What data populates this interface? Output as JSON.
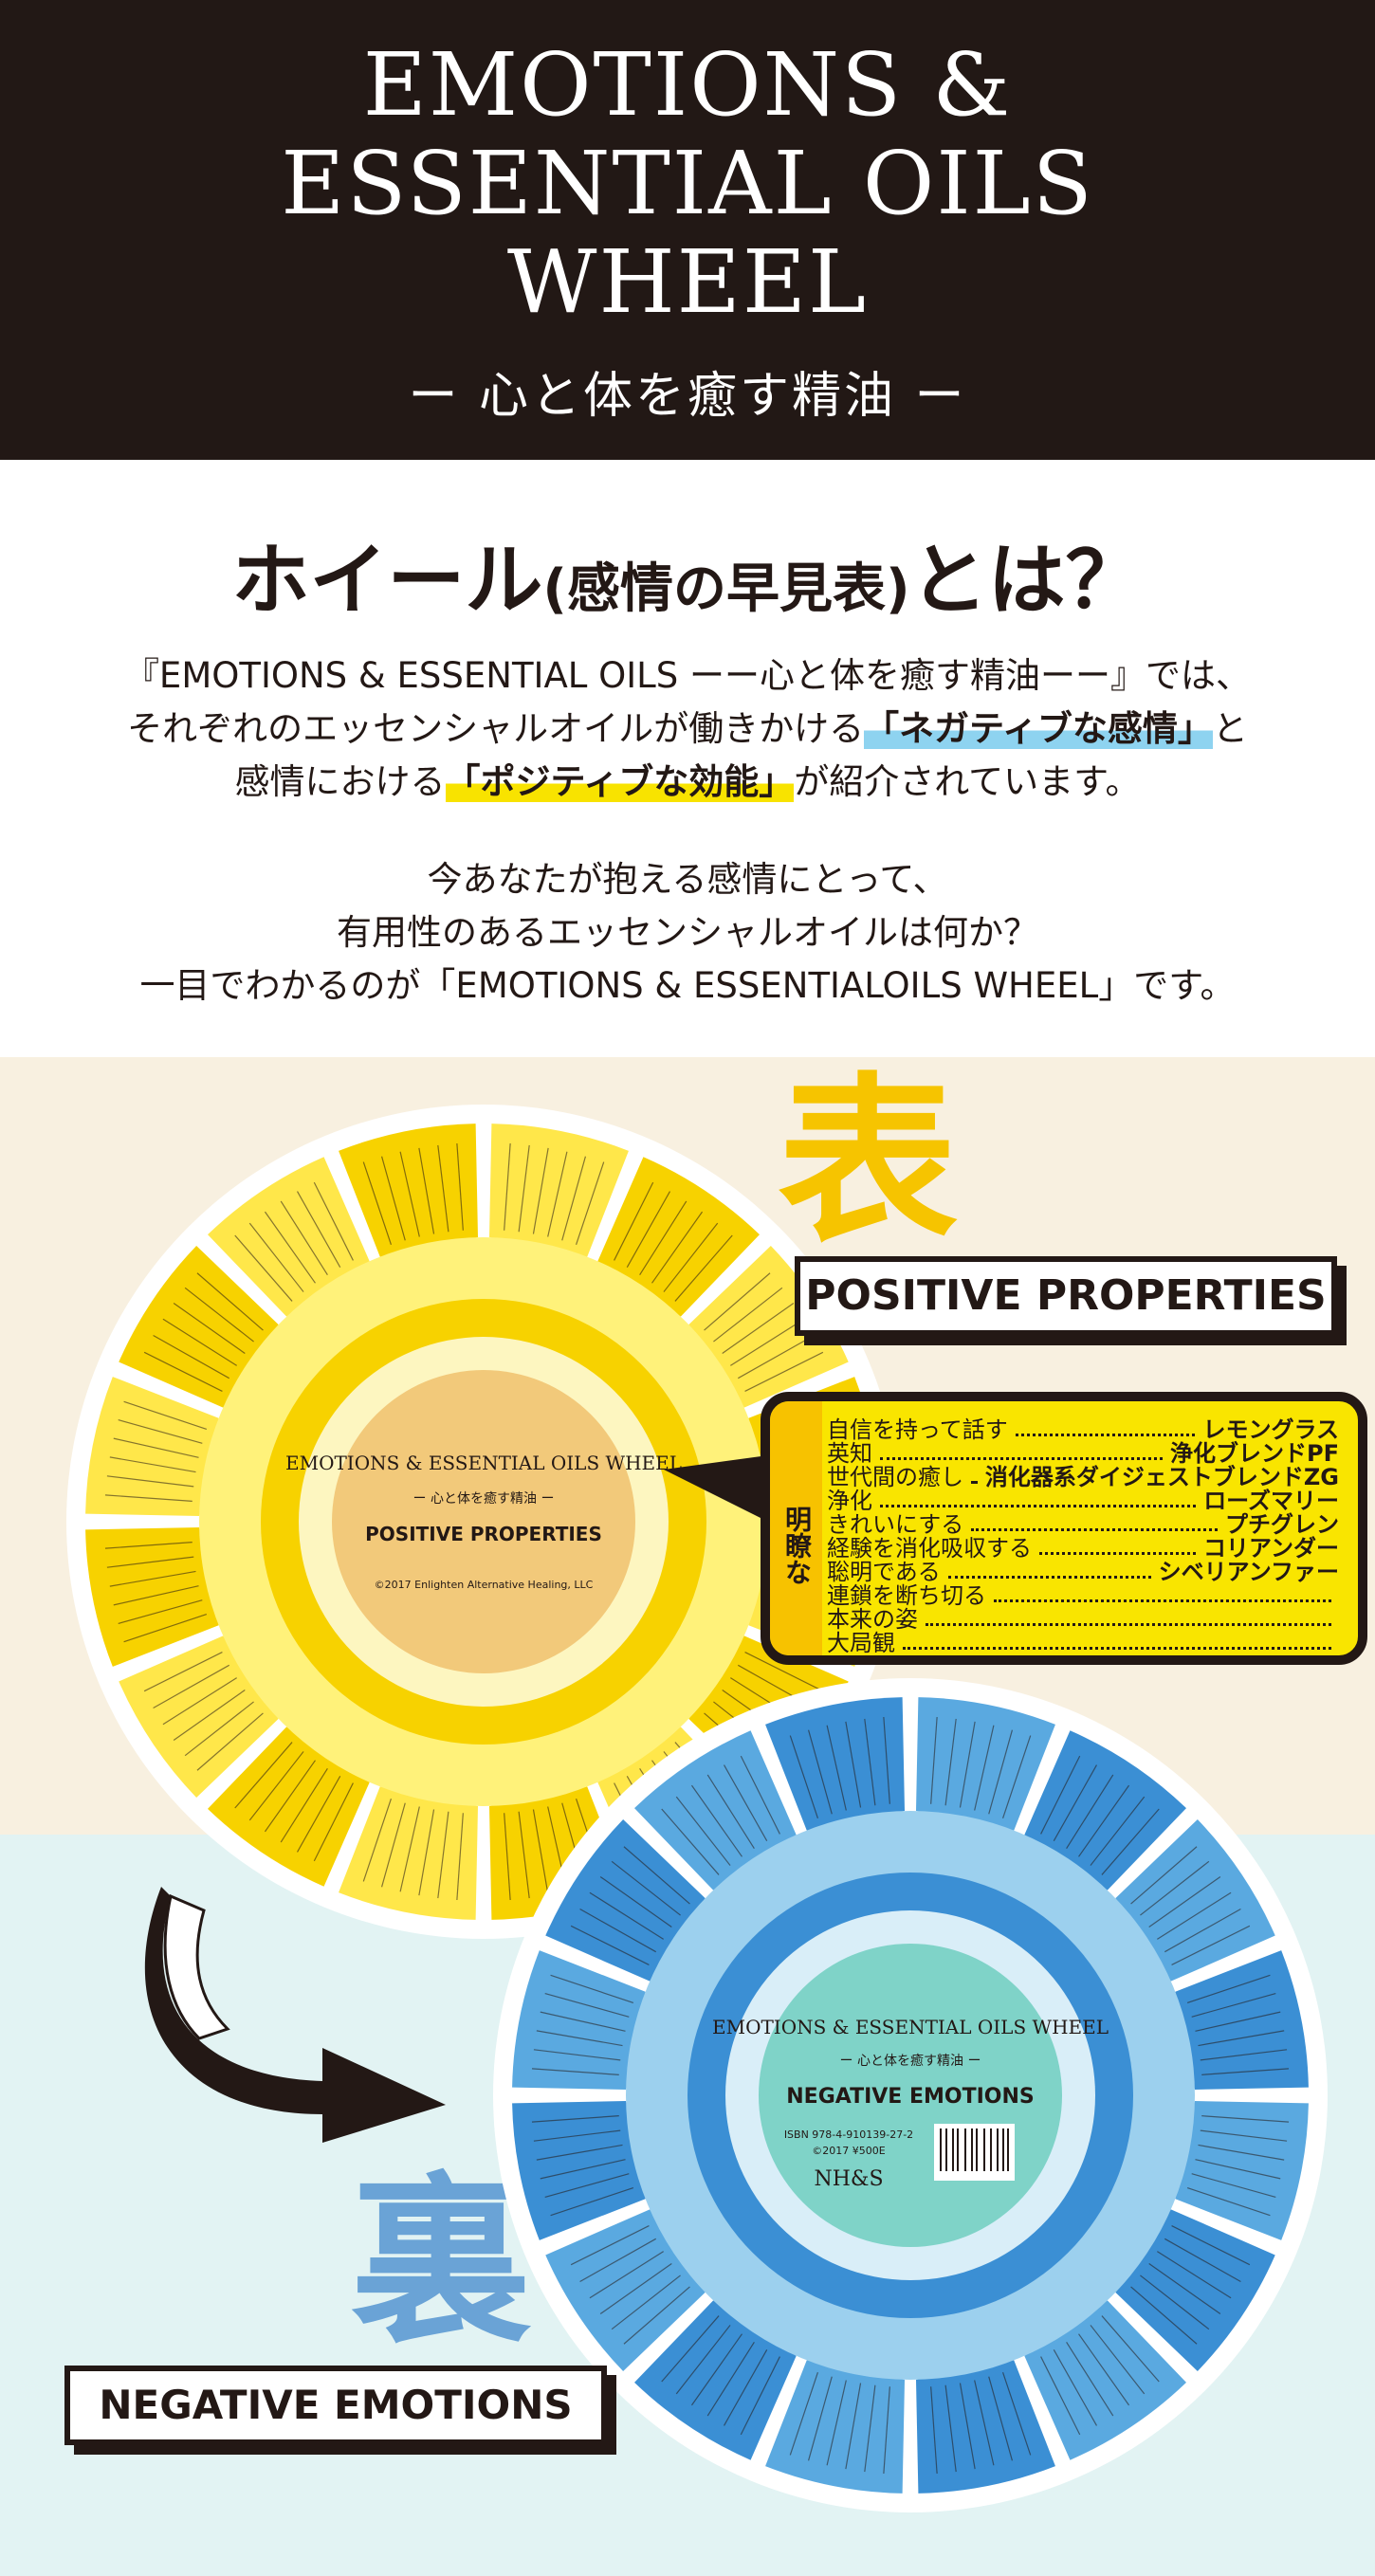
{
  "header": {
    "title_lines": [
      "EMOTIONS &",
      "ESSENTIAL OILS",
      "WHEEL"
    ],
    "subtitle": "ー 心と体を癒す精油 ー"
  },
  "intro": {
    "heading_main": "ホイール",
    "heading_paren": "(感情の早見表)",
    "heading_tail": "とは？",
    "p1_line1": "『EMOTIONS & ESSENTIAL OILS ーー心と体を癒す精油ーー』では、",
    "p1_line2_a": "それぞれのエッセンシャルオイルが働きかける",
    "p1_line2_hl": "「ネガティブな感情」",
    "p1_line2_b": "と",
    "p1_line3_a": "感情における",
    "p1_line3_hl": "「ポジティブな効能」",
    "p1_line3_b": "が紹介されています。",
    "p2_line1": "今あなたが抱える感情にとって、",
    "p2_line2": "有用性のあるエッセンシャルオイルは何か？",
    "p2_line3": "一目でわかるのが「EMOTIONS & ESSENTIALOILS WHEEL」です。"
  },
  "front": {
    "kanji": "表",
    "label": "POSITIVE PROPERTIES",
    "center_title": "EMOTIONS & ESSENTIAL OILS WHEEL",
    "center_sub": "ー 心と体を癒す精油 ー",
    "center_label": "POSITIVE PROPERTIES",
    "center_copy": "©2017 Enlighten Alternative Healing, LLC",
    "colors": {
      "outer": "#f7d200",
      "mid": "#fff27a",
      "inner": "#fdf6c0",
      "center": "#f2c97a"
    }
  },
  "zoom": {
    "category": "明瞭な",
    "rows": [
      {
        "feeling": "自信を持って話す",
        "oil": "レモングラス"
      },
      {
        "feeling": "英知",
        "oil": "浄化ブレンドPF"
      },
      {
        "feeling": "世代間の癒し",
        "oil": "消化器系ダイジェストブレンドZG"
      },
      {
        "feeling": "浄化",
        "oil": "ローズマリー"
      },
      {
        "feeling": "きれいにする",
        "oil": "プチグレン"
      },
      {
        "feeling": "経験を消化吸収する",
        "oil": "コリアンダー"
      },
      {
        "feeling": "聡明である",
        "oil": "シベリアンファー"
      },
      {
        "feeling": "連鎖を断ち切る",
        "oil": ""
      },
      {
        "feeling": "本来の姿",
        "oil": ""
      },
      {
        "feeling": "大局観",
        "oil": ""
      }
    ]
  },
  "back": {
    "kanji": "裏",
    "label": "NEGATIVE EMOTIONS",
    "center_title": "EMOTIONS & ESSENTIAL OILS WHEEL",
    "center_sub": "ー 心と体を癒す精油 ー",
    "center_label": "NEGATIVE EMOTIONS",
    "center_isbn": "ISBN 978-4-910139-27-2",
    "center_price": "©2017 ¥500E",
    "center_publisher": "NH&S",
    "colors": {
      "outer": "#3b8fd4",
      "mid": "#9cd0ee",
      "inner": "#d9eef8",
      "center": "#7fd3c8"
    }
  }
}
